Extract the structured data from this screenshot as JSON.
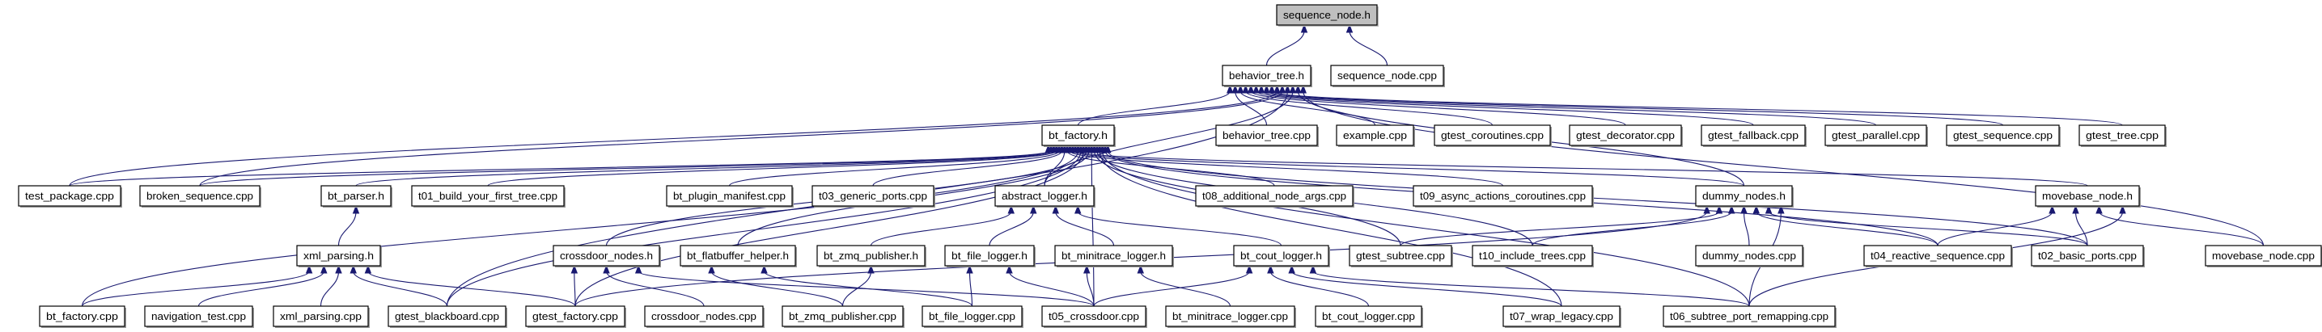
{
  "graph": {
    "selected": "sequence_node_h",
    "edge_color": "#191970",
    "selected_fill": "#bfbfbf",
    "nodes": {
      "sequence_node_h": "sequence_node.h",
      "behavior_tree_h": "behavior_tree.h",
      "sequence_node_cpp": "sequence_node.cpp",
      "bt_factory_h": "bt_factory.h",
      "behavior_tree_cpp": "behavior_tree.cpp",
      "example_cpp": "example.cpp",
      "gtest_coroutines_cpp": "gtest_coroutines.cpp",
      "gtest_decorator_cpp": "gtest_decorator.cpp",
      "gtest_fallback_cpp": "gtest_fallback.cpp",
      "gtest_parallel_cpp": "gtest_parallel.cpp",
      "gtest_sequence_cpp": "gtest_sequence.cpp",
      "gtest_tree_cpp": "gtest_tree.cpp",
      "test_package_cpp": "test_package.cpp",
      "broken_sequence_cpp": "broken_sequence.cpp",
      "bt_parser_h": "bt_parser.h",
      "t01_cpp": "t01_build_your_first_tree.cpp",
      "bt_plugin_manifest_cpp": "bt_plugin_manifest.cpp",
      "t03_cpp": "t03_generic_ports.cpp",
      "abstract_logger_h": "abstract_logger.h",
      "t08_cpp": "t08_additional_node_args.cpp",
      "t09_cpp": "t09_async_actions_coroutines.cpp",
      "dummy_nodes_h": "dummy_nodes.h",
      "movebase_node_h": "movebase_node.h",
      "xml_parsing_h": "xml_parsing.h",
      "crossdoor_nodes_h": "crossdoor_nodes.h",
      "bt_flatbuffer_helper_h": "bt_flatbuffer_helper.h",
      "bt_zmq_publisher_h": "bt_zmq_publisher.h",
      "bt_file_logger_h": "bt_file_logger.h",
      "bt_minitrace_logger_h": "bt_minitrace_logger.h",
      "bt_cout_logger_h": "bt_cout_logger.h",
      "gtest_subtree_cpp": "gtest_subtree.cpp",
      "t10_cpp": "t10_include_trees.cpp",
      "dummy_nodes_cpp": "dummy_nodes.cpp",
      "t04_cpp": "t04_reactive_sequence.cpp",
      "t02_cpp": "t02_basic_ports.cpp",
      "movebase_node_cpp": "movebase_node.cpp",
      "bt_factory_cpp": "bt_factory.cpp",
      "navigation_test_cpp": "navigation_test.cpp",
      "xml_parsing_cpp": "xml_parsing.cpp",
      "gtest_blackboard_cpp": "gtest_blackboard.cpp",
      "gtest_factory_cpp": "gtest_factory.cpp",
      "crossdoor_nodes_cpp": "crossdoor_nodes.cpp",
      "bt_zmq_publisher_cpp": "bt_zmq_publisher.cpp",
      "bt_file_logger_cpp": "bt_file_logger.cpp",
      "t05_cpp": "t05_crossdoor.cpp",
      "bt_minitrace_logger_cpp": "bt_minitrace_logger.cpp",
      "bt_cout_logger_cpp": "bt_cout_logger.cpp",
      "t07_cpp": "t07_wrap_legacy.cpp",
      "t06_cpp": "t06_subtree_port_remapping.cpp"
    },
    "edges": [
      [
        "behavior_tree_h",
        "sequence_node_h"
      ],
      [
        "sequence_node_cpp",
        "sequence_node_h"
      ],
      [
        "bt_factory_h",
        "behavior_tree_h"
      ],
      [
        "behavior_tree_cpp",
        "behavior_tree_h"
      ],
      [
        "example_cpp",
        "behavior_tree_h"
      ],
      [
        "gtest_coroutines_cpp",
        "behavior_tree_h"
      ],
      [
        "gtest_decorator_cpp",
        "behavior_tree_h"
      ],
      [
        "gtest_fallback_cpp",
        "behavior_tree_h"
      ],
      [
        "gtest_parallel_cpp",
        "behavior_tree_h"
      ],
      [
        "gtest_sequence_cpp",
        "behavior_tree_h"
      ],
      [
        "gtest_tree_cpp",
        "behavior_tree_h"
      ],
      [
        "test_package_cpp",
        "behavior_tree_h"
      ],
      [
        "broken_sequence_cpp",
        "behavior_tree_h"
      ],
      [
        "gtest_blackboard_cpp",
        "behavior_tree_h"
      ],
      [
        "abstract_logger_h",
        "behavior_tree_h"
      ],
      [
        "dummy_nodes_h",
        "behavior_tree_h"
      ],
      [
        "movebase_node_cpp",
        "behavior_tree_h"
      ],
      [
        "test_package_cpp",
        "bt_factory_h"
      ],
      [
        "broken_sequence_cpp",
        "bt_factory_h"
      ],
      [
        "bt_parser_h",
        "bt_factory_h"
      ],
      [
        "t01_cpp",
        "bt_factory_h"
      ],
      [
        "bt_plugin_manifest_cpp",
        "bt_factory_h"
      ],
      [
        "t03_cpp",
        "bt_factory_h"
      ],
      [
        "abstract_logger_h",
        "bt_factory_h"
      ],
      [
        "t08_cpp",
        "bt_factory_h"
      ],
      [
        "t09_cpp",
        "bt_factory_h"
      ],
      [
        "dummy_nodes_h",
        "bt_factory_h"
      ],
      [
        "movebase_node_h",
        "bt_factory_h"
      ],
      [
        "bt_factory_cpp",
        "bt_factory_h"
      ],
      [
        "gtest_blackboard_cpp",
        "bt_factory_h"
      ],
      [
        "gtest_factory_cpp",
        "bt_factory_h"
      ],
      [
        "crossdoor_nodes_h",
        "bt_factory_h"
      ],
      [
        "bt_flatbuffer_helper_h",
        "bt_factory_h"
      ],
      [
        "t05_cpp",
        "bt_factory_h"
      ],
      [
        "gtest_subtree_cpp",
        "bt_factory_h"
      ],
      [
        "t10_cpp",
        "bt_factory_h"
      ],
      [
        "t07_cpp",
        "bt_factory_h"
      ],
      [
        "t06_cpp",
        "bt_factory_h"
      ],
      [
        "t04_cpp",
        "bt_factory_h"
      ],
      [
        "t02_cpp",
        "bt_factory_h"
      ],
      [
        "xml_parsing_h",
        "bt_parser_h"
      ],
      [
        "bt_factory_cpp",
        "xml_parsing_h"
      ],
      [
        "navigation_test_cpp",
        "xml_parsing_h"
      ],
      [
        "xml_parsing_cpp",
        "xml_parsing_h"
      ],
      [
        "gtest_blackboard_cpp",
        "xml_parsing_h"
      ],
      [
        "gtest_factory_cpp",
        "xml_parsing_h"
      ],
      [
        "gtest_factory_cpp",
        "crossdoor_nodes_h"
      ],
      [
        "crossdoor_nodes_cpp",
        "crossdoor_nodes_h"
      ],
      [
        "t05_cpp",
        "crossdoor_nodes_h"
      ],
      [
        "bt_zmq_publisher_cpp",
        "bt_flatbuffer_helper_h"
      ],
      [
        "bt_file_logger_cpp",
        "bt_flatbuffer_helper_h"
      ],
      [
        "bt_zmq_publisher_h",
        "abstract_logger_h"
      ],
      [
        "bt_file_logger_h",
        "abstract_logger_h"
      ],
      [
        "bt_minitrace_logger_h",
        "abstract_logger_h"
      ],
      [
        "bt_cout_logger_h",
        "abstract_logger_h"
      ],
      [
        "bt_zmq_publisher_cpp",
        "bt_zmq_publisher_h"
      ],
      [
        "bt_file_logger_cpp",
        "bt_file_logger_h"
      ],
      [
        "t05_cpp",
        "bt_file_logger_h"
      ],
      [
        "t05_cpp",
        "bt_minitrace_logger_h"
      ],
      [
        "bt_minitrace_logger_cpp",
        "bt_minitrace_logger_h"
      ],
      [
        "t05_cpp",
        "bt_cout_logger_h"
      ],
      [
        "bt_cout_logger_cpp",
        "bt_cout_logger_h"
      ],
      [
        "t07_cpp",
        "bt_cout_logger_h"
      ],
      [
        "t06_cpp",
        "bt_cout_logger_h"
      ],
      [
        "gtest_factory_cpp",
        "dummy_nodes_h"
      ],
      [
        "gtest_subtree_cpp",
        "dummy_nodes_h"
      ],
      [
        "t10_cpp",
        "dummy_nodes_h"
      ],
      [
        "dummy_nodes_cpp",
        "dummy_nodes_h"
      ],
      [
        "t04_cpp",
        "dummy_nodes_h"
      ],
      [
        "t02_cpp",
        "dummy_nodes_h"
      ],
      [
        "t06_cpp",
        "dummy_nodes_h"
      ],
      [
        "t04_cpp",
        "movebase_node_h"
      ],
      [
        "t02_cpp",
        "movebase_node_h"
      ],
      [
        "movebase_node_cpp",
        "movebase_node_h"
      ],
      [
        "t06_cpp",
        "movebase_node_h"
      ]
    ]
  }
}
